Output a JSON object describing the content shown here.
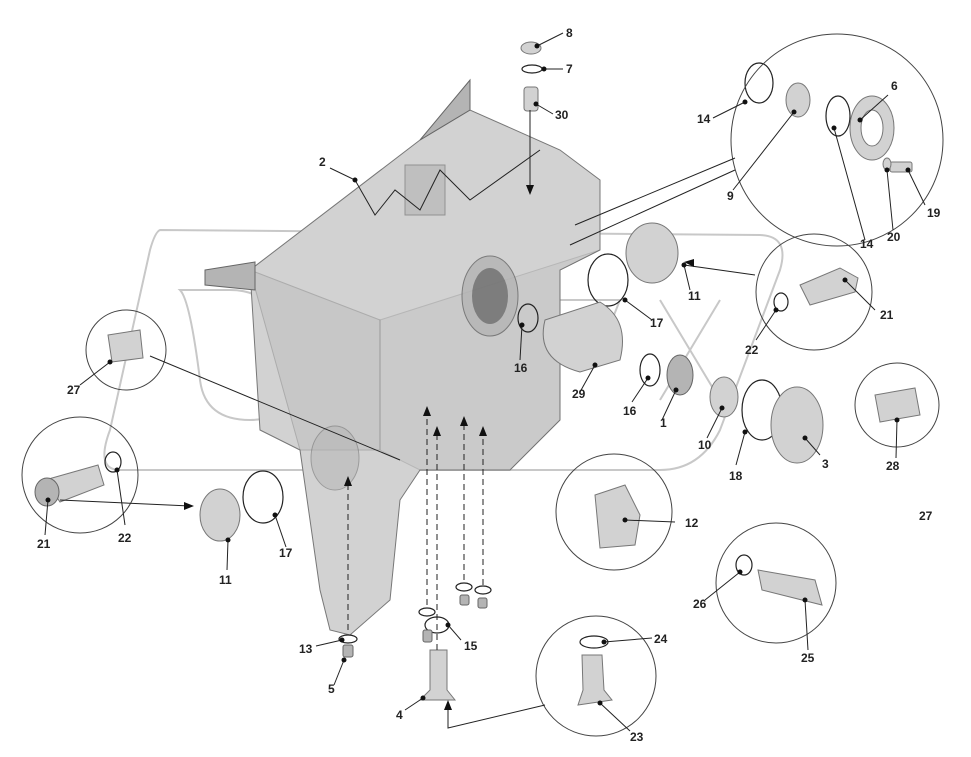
{
  "callouts": [
    {
      "id": "c8",
      "text": "8"
    },
    {
      "id": "c7",
      "text": "7"
    },
    {
      "id": "c30",
      "text": "30"
    },
    {
      "id": "c2",
      "text": "2"
    },
    {
      "id": "c14a",
      "text": "14"
    },
    {
      "id": "c9",
      "text": "9"
    },
    {
      "id": "c6",
      "text": "6"
    },
    {
      "id": "c14b",
      "text": "14"
    },
    {
      "id": "c20",
      "text": "20"
    },
    {
      "id": "c19",
      "text": "19"
    },
    {
      "id": "c11a",
      "text": "11"
    },
    {
      "id": "c21a",
      "text": "21"
    },
    {
      "id": "c17a",
      "text": "17"
    },
    {
      "id": "c22a",
      "text": "22"
    },
    {
      "id": "c16a",
      "text": "16"
    },
    {
      "id": "c29",
      "text": "29"
    },
    {
      "id": "c16b",
      "text": "16"
    },
    {
      "id": "c1",
      "text": "1"
    },
    {
      "id": "c10",
      "text": "10"
    },
    {
      "id": "c18",
      "text": "18"
    },
    {
      "id": "c3",
      "text": "3"
    },
    {
      "id": "c28",
      "text": "28"
    },
    {
      "id": "c27a",
      "text": "27"
    },
    {
      "id": "c27b",
      "text": "27"
    },
    {
      "id": "c21b",
      "text": "21"
    },
    {
      "id": "c22b",
      "text": "22"
    },
    {
      "id": "c11b",
      "text": "11"
    },
    {
      "id": "c17b",
      "text": "17"
    },
    {
      "id": "c12",
      "text": "12"
    },
    {
      "id": "c26",
      "text": "26"
    },
    {
      "id": "c25",
      "text": "25"
    },
    {
      "id": "c13",
      "text": "13"
    },
    {
      "id": "c15",
      "text": "15"
    },
    {
      "id": "c24",
      "text": "24"
    },
    {
      "id": "c5",
      "text": "5"
    },
    {
      "id": "c4",
      "text": "4"
    },
    {
      "id": "c23",
      "text": "23"
    }
  ],
  "colors": {
    "body": "#d6d6d6",
    "line": "#222222",
    "watermark": "#c8c8c8"
  }
}
